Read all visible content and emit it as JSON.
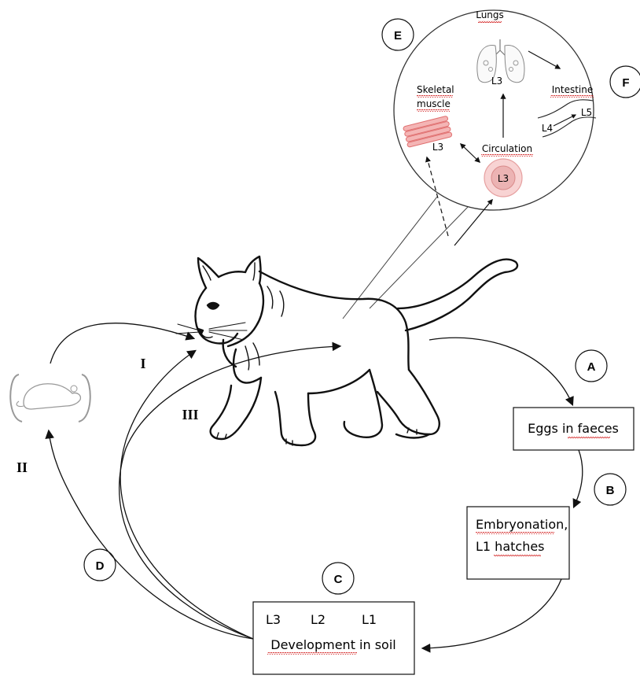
{
  "circle_labels": {
    "a": "A",
    "b": "B",
    "c": "C",
    "d": "D",
    "e": "E",
    "f": "F"
  },
  "routes": {
    "one": "I",
    "two": "II",
    "three": "III"
  },
  "boxes": {
    "eggs": "Eggs in faeces",
    "embryonation_line1": "Embryonation,",
    "embryonation_line2": "L1 hatches",
    "soil_stages": [
      "L3",
      "L2",
      "L1"
    ],
    "soil_title": "Development in soil"
  },
  "inset": {
    "lungs": "Lungs",
    "lungs_stage": "L3",
    "intestine": "Intestine",
    "intestine_stage_in": "L4",
    "intestine_stage_out": "L5",
    "muscle_line1": "Skeletal",
    "muscle_line2": "muscle",
    "muscle_stage": "L3",
    "circulation": "Circulation",
    "blood_stage": "L3"
  },
  "colors": {
    "ink": "#111111",
    "muscle_red": "#e07070",
    "cell_pink": "#f6c9c9",
    "cell_core": "#d98a8a",
    "spellcheck": "#cc0000"
  }
}
